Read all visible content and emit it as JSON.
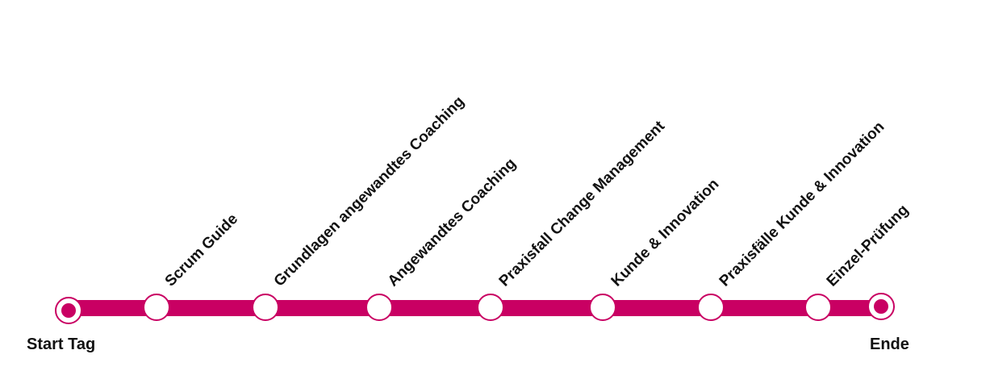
{
  "timeline": {
    "color": "#C90063",
    "start_label": "Start Tag",
    "end_label": "Ende",
    "steps": [
      {
        "label": "Scrum Guide"
      },
      {
        "label": "Grundlagen angewandtes Coaching"
      },
      {
        "label": "Angewandtes Coaching"
      },
      {
        "label": "Praxisfall Change Management"
      },
      {
        "label": "Kunde & Innovation"
      },
      {
        "label": "Praxisfälle Kunde & Innovation"
      },
      {
        "label": "Einzel-Prüfung"
      }
    ]
  }
}
